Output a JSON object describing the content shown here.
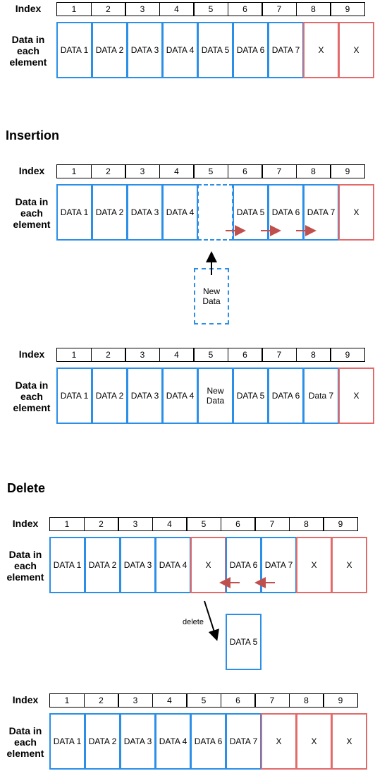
{
  "labels": {
    "index": "Index",
    "data": [
      "Data in",
      "each",
      "element"
    ]
  },
  "titles": {
    "insertion": "Insertion",
    "delete": "Delete"
  },
  "tables": [
    {
      "id": "original",
      "indices": [
        "1",
        "2",
        "3",
        "4",
        "5",
        "6",
        "7",
        "8",
        "9"
      ],
      "cells": [
        {
          "text": "DATA 1",
          "style": "blue"
        },
        {
          "text": "DATA 2",
          "style": "blue"
        },
        {
          "text": "DATA 3",
          "style": "blue"
        },
        {
          "text": "DATA 4",
          "style": "blue"
        },
        {
          "text": "DATA 5",
          "style": "blue"
        },
        {
          "text": "DATA 6",
          "style": "blue"
        },
        {
          "text": "DATA 7",
          "style": "blue"
        },
        {
          "text": "X",
          "style": "red"
        },
        {
          "text": "X",
          "style": "red"
        }
      ]
    },
    {
      "id": "insertion-before",
      "indices": [
        "1",
        "2",
        "3",
        "4",
        "5",
        "6",
        "7",
        "8",
        "9"
      ],
      "cells": [
        {
          "text": "DATA 1",
          "style": "blue"
        },
        {
          "text": "DATA 2",
          "style": "blue"
        },
        {
          "text": "DATA 3",
          "style": "blue"
        },
        {
          "text": "DATA 4",
          "style": "blue"
        },
        {
          "text": "",
          "style": "dashed"
        },
        {
          "text": "DATA 5",
          "style": "blue"
        },
        {
          "text": "DATA 6",
          "style": "blue"
        },
        {
          "text": "DATA 7",
          "style": "blue"
        },
        {
          "text": "X",
          "style": "red"
        }
      ]
    },
    {
      "id": "insertion-after",
      "indices": [
        "1",
        "2",
        "3",
        "4",
        "5",
        "6",
        "7",
        "8",
        "9"
      ],
      "cells": [
        {
          "text": "DATA 1",
          "style": "blue"
        },
        {
          "text": "DATA 2",
          "style": "blue"
        },
        {
          "text": "DATA 3",
          "style": "blue"
        },
        {
          "text": "DATA 4",
          "style": "blue"
        },
        {
          "text": "New Data",
          "style": "blue"
        },
        {
          "text": "DATA 5",
          "style": "blue"
        },
        {
          "text": "DATA 6",
          "style": "blue"
        },
        {
          "text": "Data 7",
          "style": "blue"
        },
        {
          "text": "X",
          "style": "red"
        }
      ]
    },
    {
      "id": "delete-before",
      "indices": [
        "1",
        "2",
        "3",
        "4",
        "5",
        "6",
        "7",
        "8",
        "9"
      ],
      "cells": [
        {
          "text": "DATA 1",
          "style": "blue"
        },
        {
          "text": "DATA 2",
          "style": "blue"
        },
        {
          "text": "DATA 3",
          "style": "blue"
        },
        {
          "text": "DATA 4",
          "style": "blue"
        },
        {
          "text": "X",
          "style": "red"
        },
        {
          "text": "DATA 6",
          "style": "blue"
        },
        {
          "text": "DATA 7",
          "style": "blue"
        },
        {
          "text": "X",
          "style": "red"
        },
        {
          "text": "X",
          "style": "red"
        }
      ]
    },
    {
      "id": "delete-after",
      "indices": [
        "1",
        "2",
        "3",
        "4",
        "5",
        "6",
        "7",
        "8",
        "9"
      ],
      "cells": [
        {
          "text": "DATA 1",
          "style": "blue"
        },
        {
          "text": "DATA 2",
          "style": "blue"
        },
        {
          "text": "DATA 3",
          "style": "blue"
        },
        {
          "text": "DATA 4",
          "style": "blue"
        },
        {
          "text": "DATA 6",
          "style": "blue"
        },
        {
          "text": "DATA 7",
          "style": "blue"
        },
        {
          "text": "X",
          "style": "red"
        },
        {
          "text": "X",
          "style": "red"
        },
        {
          "text": "X",
          "style": "red"
        }
      ]
    }
  ],
  "insertion": {
    "new_data_label": "New Data"
  },
  "deletion": {
    "arrow_label": "delete",
    "removed_label": "DATA 5"
  },
  "colors": {
    "element_border": "#2b8fe8",
    "empty_border": "#e36a6a",
    "shift_arrow": "#c0504d"
  }
}
